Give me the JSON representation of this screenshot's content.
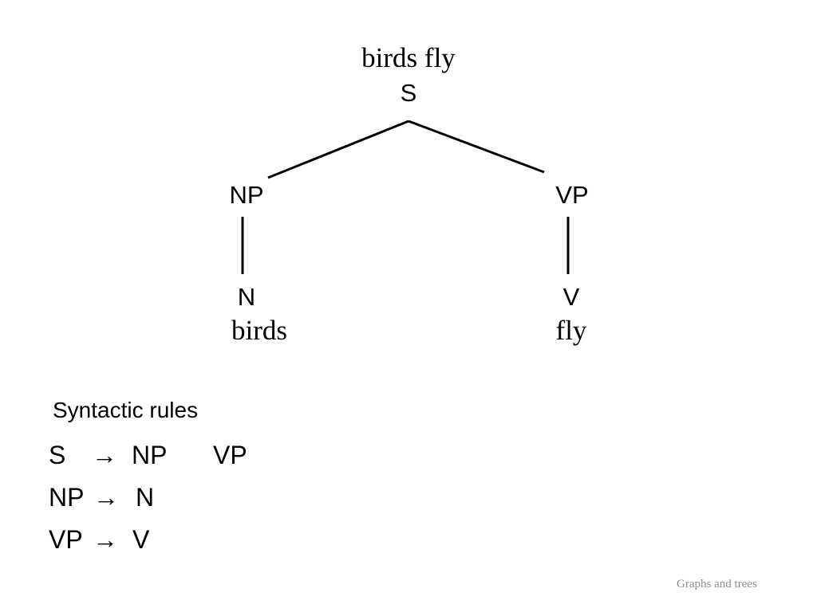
{
  "tree": {
    "root_phrase": "birds fly",
    "root": "S",
    "left_child": "NP",
    "right_child": "VP",
    "left_leaf_label": "N",
    "right_leaf_label": "V",
    "left_word": "birds",
    "right_word": "fly",
    "line_color": "#000000"
  },
  "rules": {
    "title": "Syntactic rules",
    "items": [
      {
        "lhs": "S",
        "arrow": "→",
        "rhs1": "NP",
        "rhs2": "VP"
      },
      {
        "lhs": "NP",
        "arrow": "→",
        "rhs1": "N",
        "rhs2": ""
      },
      {
        "lhs": "VP",
        "arrow": "→",
        "rhs1": "V",
        "rhs2": ""
      }
    ]
  },
  "footer": {
    "text": "Graphs and trees",
    "color": "#8c8c8c"
  }
}
